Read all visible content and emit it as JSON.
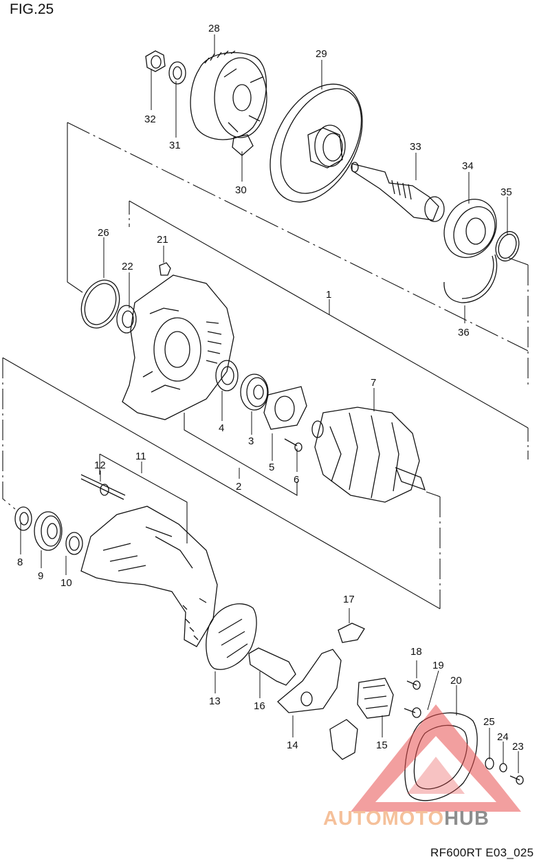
{
  "figure_title": "FIG.25",
  "drawing_code": "RF600RT E03_025",
  "watermark": {
    "word_a": "AUTOMOTO",
    "word_b": "HUB",
    "color_a": "#f5c09a",
    "color_b": "#8e8e8e",
    "triangle_color": "#e85050"
  },
  "callouts": {
    "c1": "1",
    "c2": "2",
    "c3": "3",
    "c4": "4",
    "c5": "5",
    "c6": "6",
    "c7": "7",
    "c8": "8",
    "c9": "9",
    "c10": "10",
    "c11": "11",
    "c12": "12",
    "c13": "13",
    "c14": "14",
    "c15": "15",
    "c16": "16",
    "c17": "17",
    "c18": "18",
    "c19": "19",
    "c20": "20",
    "c21": "21",
    "c22": "22",
    "c23": "23",
    "c24": "24",
    "c25": "25",
    "c26": "26",
    "c28": "28",
    "c29": "29",
    "c30": "30",
    "c31": "31",
    "c32": "32",
    "c33": "33",
    "c34": "34",
    "c35": "35",
    "c36": "36"
  }
}
